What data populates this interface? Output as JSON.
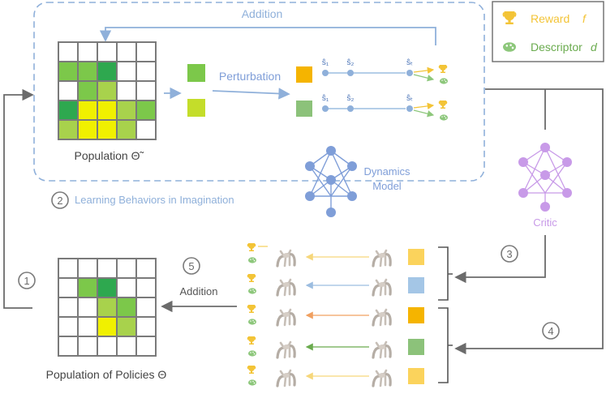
{
  "labels": {
    "addition_top": "Addition",
    "perturbation": "Perturbation",
    "population_tilde": "Population Θ̃",
    "dynamics_line1": "Dynamics",
    "dynamics_line2": "Model",
    "step2_text": "Learning Behaviors in Imagination",
    "critic": "Critic",
    "addition_bottom": "Addition",
    "population_policies": "Population of Policies Θ"
  },
  "legend": {
    "reward": "Reward",
    "reward_symbol": "f",
    "descriptor": "Descriptor",
    "descriptor_symbol": "d"
  },
  "steps": {
    "s1": "1",
    "s2": "2",
    "s3": "3",
    "s4": "4",
    "s5": "5"
  },
  "state_labels": {
    "s1": "ŝ₁",
    "s2": "ŝ₂",
    "sT": "ŝₜ"
  },
  "colors": {
    "dashed_box": "#8fb0da",
    "arrow_blue": "#8fb0da",
    "grey_line": "#6b6b6b",
    "grid_line": "#7a7a7a",
    "dark_green": "#2ea84f",
    "mid_green": "#7cc84a",
    "light_green": "#a8d24c",
    "yellow": "#f0f000",
    "orange": "#f5b400",
    "sage": "#8cc27a",
    "yellow_pale": "#fbd35c",
    "blue_pale": "#a4c6e6",
    "critic_purple": "#c89ae8",
    "network_blue": "#7f9ed8",
    "legend_yellow": "#f3c437",
    "legend_green": "#8dc77b"
  }
}
